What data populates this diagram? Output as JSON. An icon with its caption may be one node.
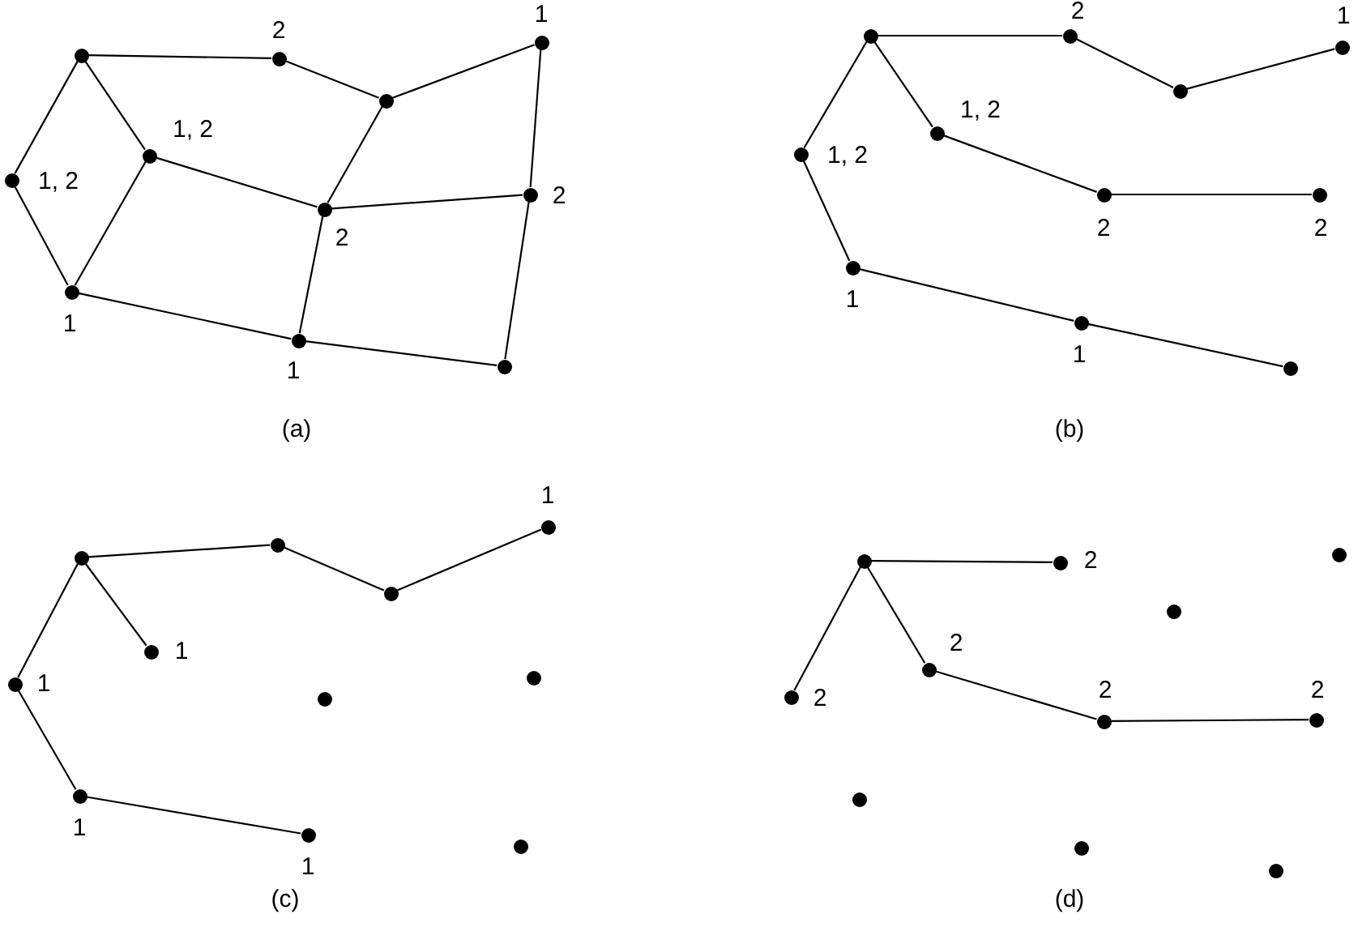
{
  "diagram": {
    "nodes": [
      {
        "text": [],
        "shape": "circle"
      },
      {
        "text": [],
        "shape": "circle",
        "beside": [
          "2"
        ]
      },
      {
        "text": [],
        "shape": "circle"
      },
      {
        "text": [],
        "shape": "circle",
        "beside": [
          "1"
        ]
      },
      {
        "text": [],
        "shape": "circle",
        "beside": [
          "1, 2"
        ]
      },
      {
        "text": [],
        "shape": "circle",
        "beside": [
          "1, 2"
        ]
      },
      {
        "text": [],
        "shape": "circle",
        "beside": [
          "2"
        ]
      },
      {
        "text": [],
        "shape": "circle",
        "beside": [
          "2"
        ]
      },
      {
        "text": [],
        "shape": "circle",
        "beside": [
          "1"
        ]
      },
      {
        "text": [],
        "shape": "circle",
        "beside": [
          "1"
        ]
      },
      {
        "text": [],
        "shape": "circle"
      },
      {
        "text": [],
        "shape": "circle"
      },
      {
        "text": [],
        "shape": "circle",
        "beside": [
          "2"
        ]
      },
      {
        "text": [],
        "shape": "circle"
      },
      {
        "text": [],
        "shape": "circle",
        "beside": [
          "1"
        ]
      },
      {
        "text": [],
        "shape": "circle",
        "beside": [
          "1, 2"
        ]
      },
      {
        "text": [],
        "shape": "circle",
        "beside": [
          "1, 2"
        ]
      },
      {
        "text": [],
        "shape": "circle",
        "beside": [
          "2"
        ]
      },
      {
        "text": [],
        "shape": "circle",
        "beside": [
          "2"
        ]
      },
      {
        "text": [],
        "shape": "circle",
        "beside": [
          "1"
        ]
      },
      {
        "text": [],
        "shape": "circle",
        "beside": [
          "1"
        ]
      },
      {
        "text": [],
        "shape": "circle"
      },
      {
        "text": [],
        "shape": "circle"
      },
      {
        "text": [],
        "shape": "circle"
      },
      {
        "text": [],
        "shape": "circle"
      },
      {
        "text": [],
        "shape": "circle",
        "beside": [
          "1"
        ]
      },
      {
        "text": [],
        "shape": "circle",
        "beside": [
          "1"
        ]
      },
      {
        "text": [],
        "shape": "circle",
        "beside": [
          "1"
        ]
      },
      {
        "text": [],
        "shape": "circle"
      },
      {
        "text": [],
        "shape": "circle"
      },
      {
        "text": [],
        "shape": "circle",
        "beside": [
          "1"
        ]
      },
      {
        "text": [],
        "shape": "circle",
        "beside": [
          "1"
        ]
      },
      {
        "text": [],
        "shape": "circle"
      },
      {
        "text": [],
        "shape": "circle"
      },
      {
        "text": [],
        "shape": "circle",
        "beside": [
          "2"
        ]
      },
      {
        "text": [],
        "shape": "circle"
      },
      {
        "text": [],
        "shape": "circle"
      },
      {
        "text": [],
        "shape": "circle",
        "beside": [
          "2"
        ]
      },
      {
        "text": [],
        "shape": "circle",
        "beside": [
          "2"
        ]
      },
      {
        "text": [],
        "shape": "circle",
        "beside": [
          "2"
        ]
      },
      {
        "text": [],
        "shape": "circle",
        "beside": [
          "2"
        ]
      },
      {
        "text": [],
        "shape": "circle"
      },
      {
        "text": [],
        "shape": "circle"
      },
      {
        "text": [],
        "shape": "circle"
      }
    ],
    "edges": [
      {
        "from": 0,
        "to": 1,
        "arrow": "none"
      },
      {
        "from": 1,
        "to": 2,
        "arrow": "none"
      },
      {
        "from": 2,
        "to": 3,
        "arrow": "none"
      },
      {
        "from": 0,
        "to": 4,
        "arrow": "none"
      },
      {
        "from": 0,
        "to": 5,
        "arrow": "none"
      },
      {
        "from": 4,
        "to": 8,
        "arrow": "none"
      },
      {
        "from": 5,
        "to": 8,
        "arrow": "none"
      },
      {
        "from": 5,
        "to": 6,
        "arrow": "none"
      },
      {
        "from": 2,
        "to": 6,
        "arrow": "none"
      },
      {
        "from": 3,
        "to": 7,
        "arrow": "none"
      },
      {
        "from": 6,
        "to": 7,
        "arrow": "none"
      },
      {
        "from": 6,
        "to": 9,
        "arrow": "none"
      },
      {
        "from": 8,
        "to": 9,
        "arrow": "none"
      },
      {
        "from": 9,
        "to": 10,
        "arrow": "none"
      },
      {
        "from": 7,
        "to": 10,
        "arrow": "none"
      },
      {
        "from": 11,
        "to": 12,
        "arrow": "none"
      },
      {
        "from": 12,
        "to": 13,
        "arrow": "none"
      },
      {
        "from": 13,
        "to": 14,
        "arrow": "none"
      },
      {
        "from": 11,
        "to": 15,
        "arrow": "none"
      },
      {
        "from": 11,
        "to": 16,
        "arrow": "none"
      },
      {
        "from": 15,
        "to": 19,
        "arrow": "none"
      },
      {
        "from": 16,
        "to": 17,
        "arrow": "none"
      },
      {
        "from": 17,
        "to": 18,
        "arrow": "none"
      },
      {
        "from": 19,
        "to": 20,
        "arrow": "none"
      },
      {
        "from": 20,
        "to": 21,
        "arrow": "none"
      },
      {
        "from": 22,
        "to": 23,
        "arrow": "none"
      },
      {
        "from": 23,
        "to": 24,
        "arrow": "none"
      },
      {
        "from": 24,
        "to": 25,
        "arrow": "none"
      },
      {
        "from": 22,
        "to": 26,
        "arrow": "none"
      },
      {
        "from": 22,
        "to": 27,
        "arrow": "none"
      },
      {
        "from": 26,
        "to": 30,
        "arrow": "none"
      },
      {
        "from": 30,
        "to": 31,
        "arrow": "none"
      },
      {
        "from": 33,
        "to": 34,
        "arrow": "none"
      },
      {
        "from": 33,
        "to": 37,
        "arrow": "none"
      },
      {
        "from": 33,
        "to": 38,
        "arrow": "none"
      },
      {
        "from": 38,
        "to": 39,
        "arrow": "none"
      },
      {
        "from": 39,
        "to": 40,
        "arrow": "none"
      }
    ],
    "labels": [
      "(a)",
      "(b)",
      "(c)",
      "(d)"
    ]
  }
}
